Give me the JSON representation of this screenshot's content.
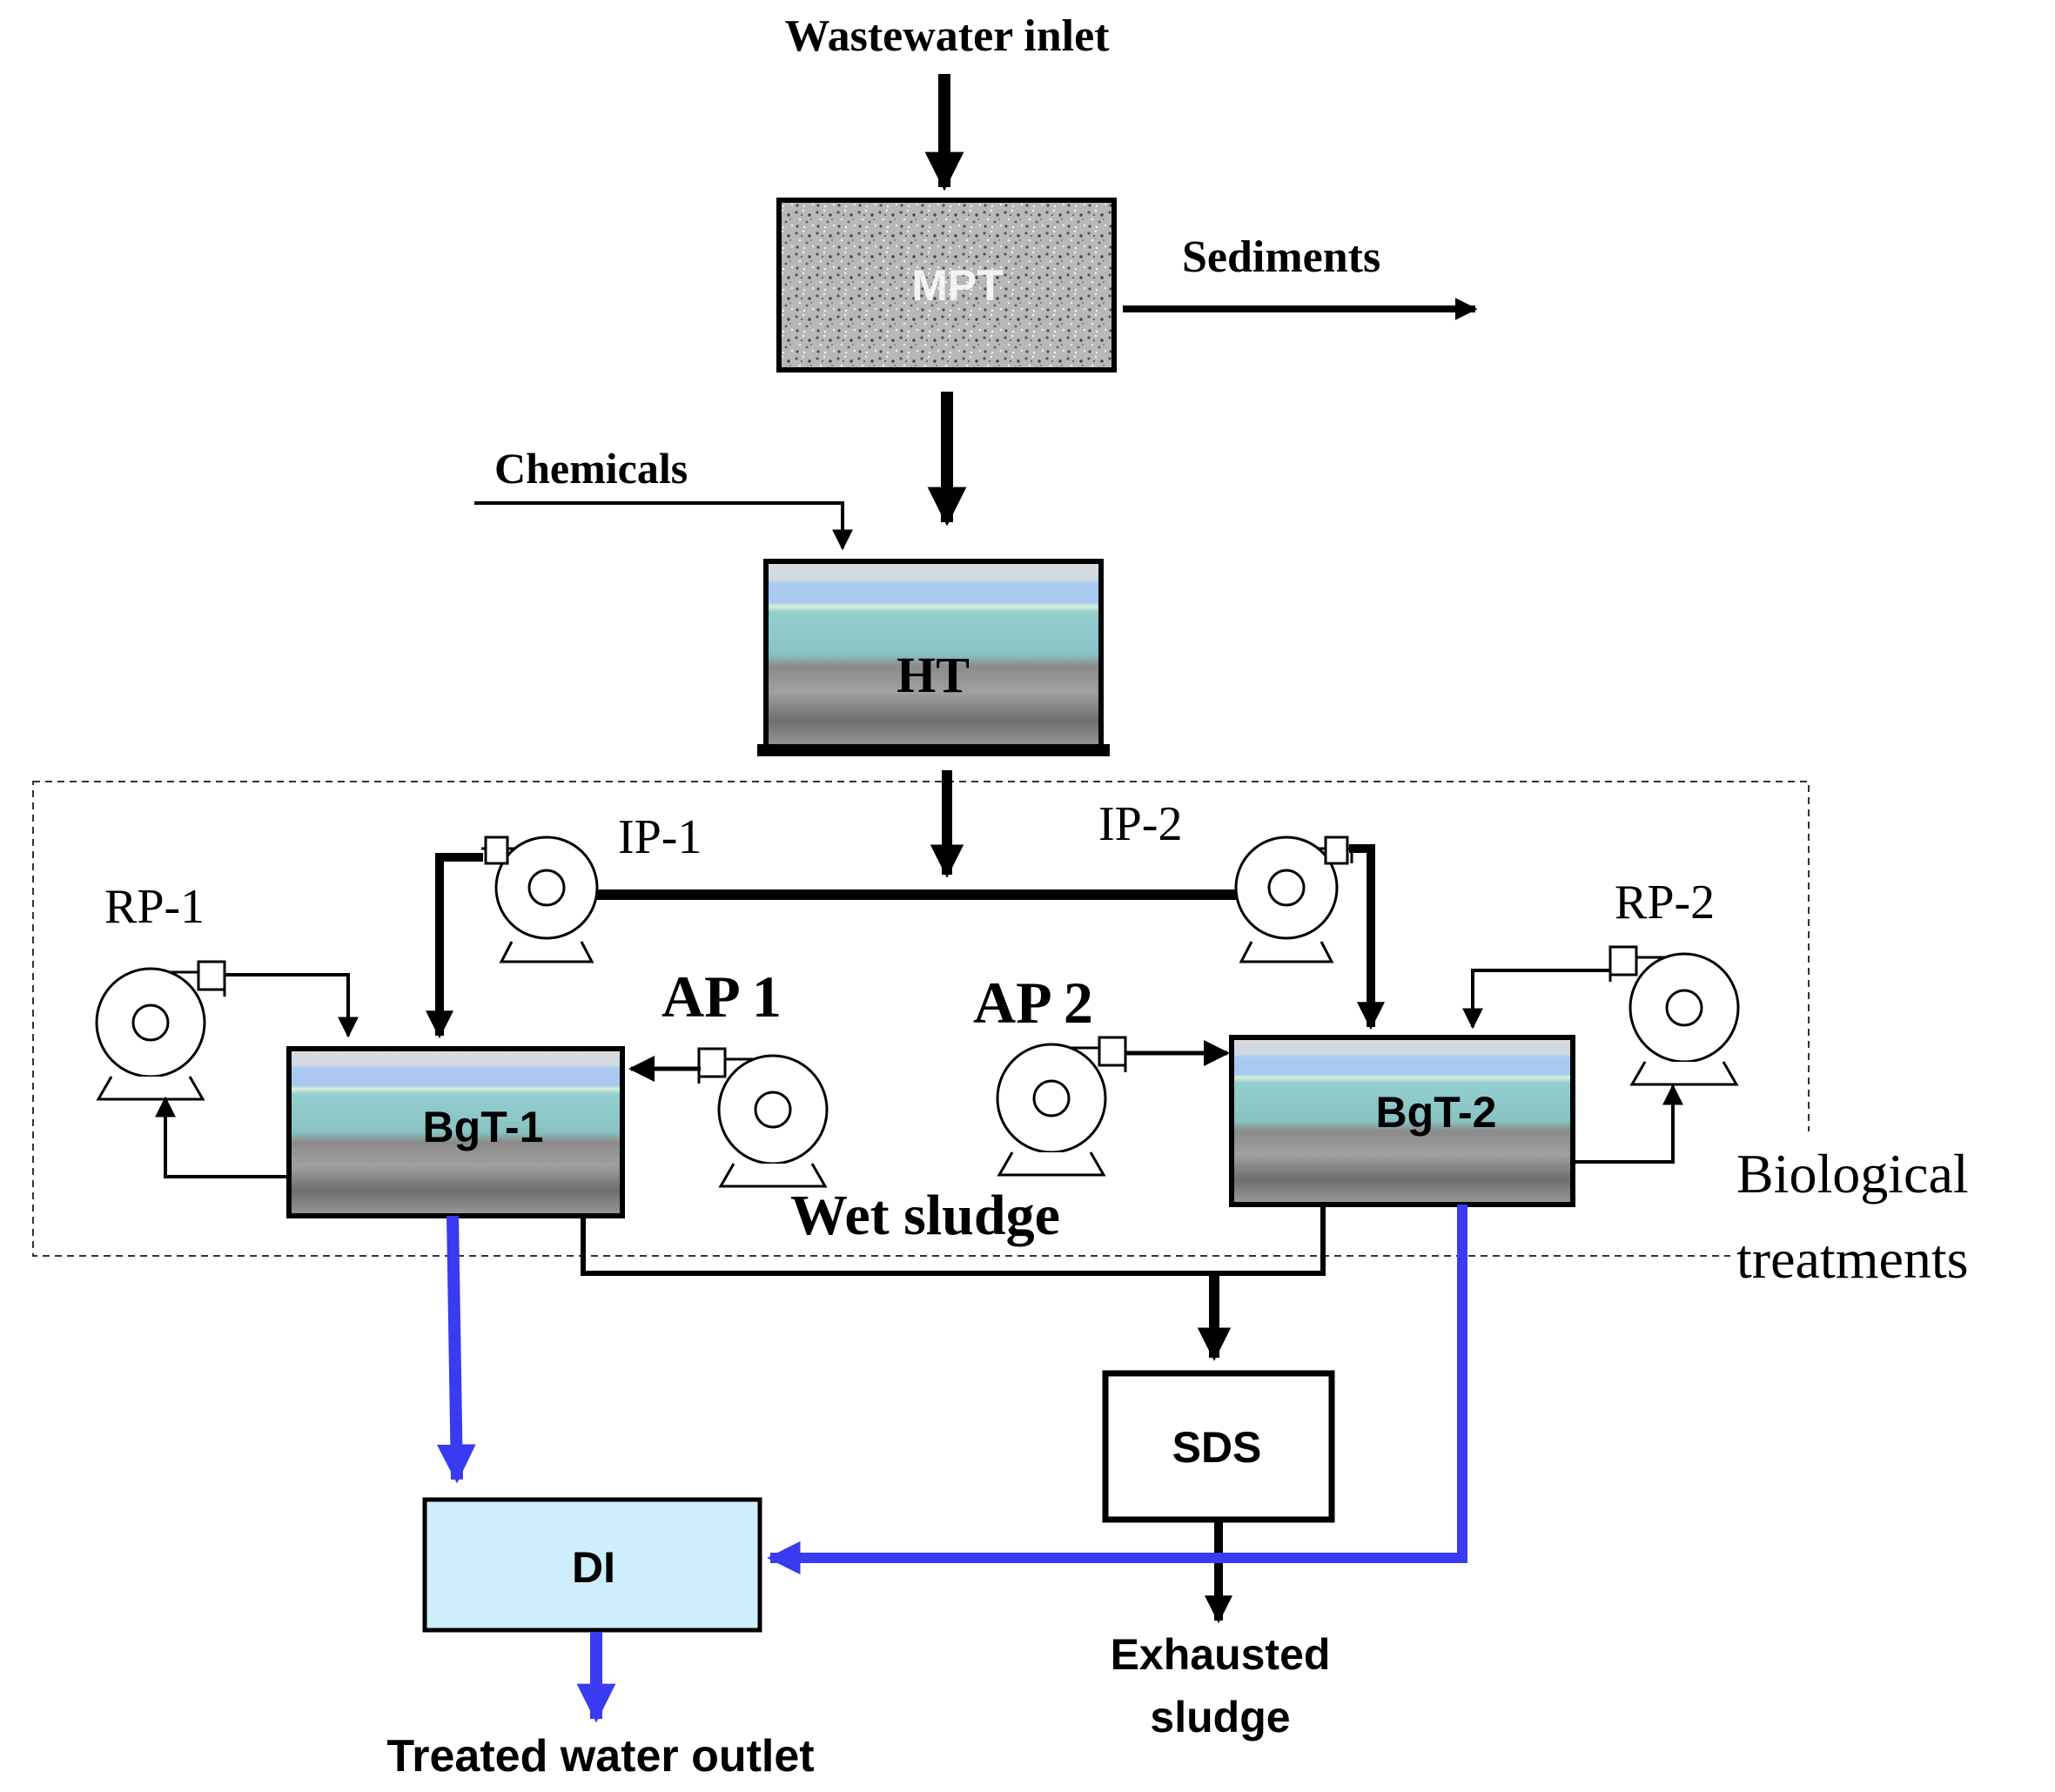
{
  "labels": {
    "inlet": "Wastewater inlet",
    "sediments": "Sediments",
    "chemicals": "Chemicals",
    "ip1": "IP-1",
    "ip2": "IP-2",
    "rp1": "RP-1",
    "rp2": "RP-2",
    "ap1": "AP 1",
    "ap2": "AP 2",
    "wet_sludge": "Wet sludge",
    "bio_line1": "Biological",
    "bio_line2": "treatments",
    "exhausted_line1": "Exhausted",
    "exhausted_line2": "sludge",
    "outlet": "Treated water outlet"
  },
  "units": {
    "mpt": "MPT",
    "ht": "HT",
    "bgt1": "BgT-1",
    "bgt2": "BgT-2",
    "sds": "SDS",
    "di": "DI"
  },
  "colors": {
    "flow_black": "#000000",
    "flow_blue": "#3a3af0",
    "di_fill": "#cfeefb",
    "water_top": "#a9c9f0",
    "water_mid": "#94cfcf",
    "sludge": "#7a7a7a"
  }
}
